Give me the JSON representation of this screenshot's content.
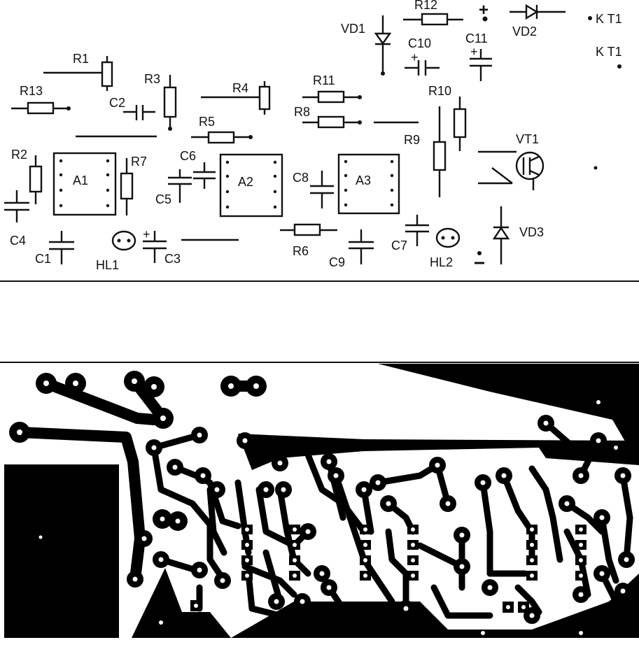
{
  "labels": {
    "R1": "R1",
    "R2": "R2",
    "R3": "R3",
    "R4": "R4",
    "R5": "R5",
    "R6": "R6",
    "R7": "R7",
    "R8": "R8",
    "R9": "R9",
    "R10": "R10",
    "R11": "R11",
    "R12": "R12",
    "R13": "R13",
    "C1": "C1",
    "C2": "C2",
    "C3": "C3",
    "C4": "C4",
    "C5": "C5",
    "C6": "C6",
    "C7": "C7",
    "C8": "C8",
    "C9": "C9",
    "C10": "C10",
    "C11": "C11",
    "A1": "A1",
    "A2": "A2",
    "A3": "A3",
    "VD1": "VD1",
    "VD2": "VD2",
    "VD3": "VD3",
    "VT1": "VT1",
    "HL1": "HL1",
    "HL2": "HL2",
    "KT1a": "K T1",
    "KT1b": "K T1",
    "plus": "+",
    "minus": "–",
    "pol_c3": "+",
    "pol_c10": "+",
    "pol_c11": "+"
  }
}
